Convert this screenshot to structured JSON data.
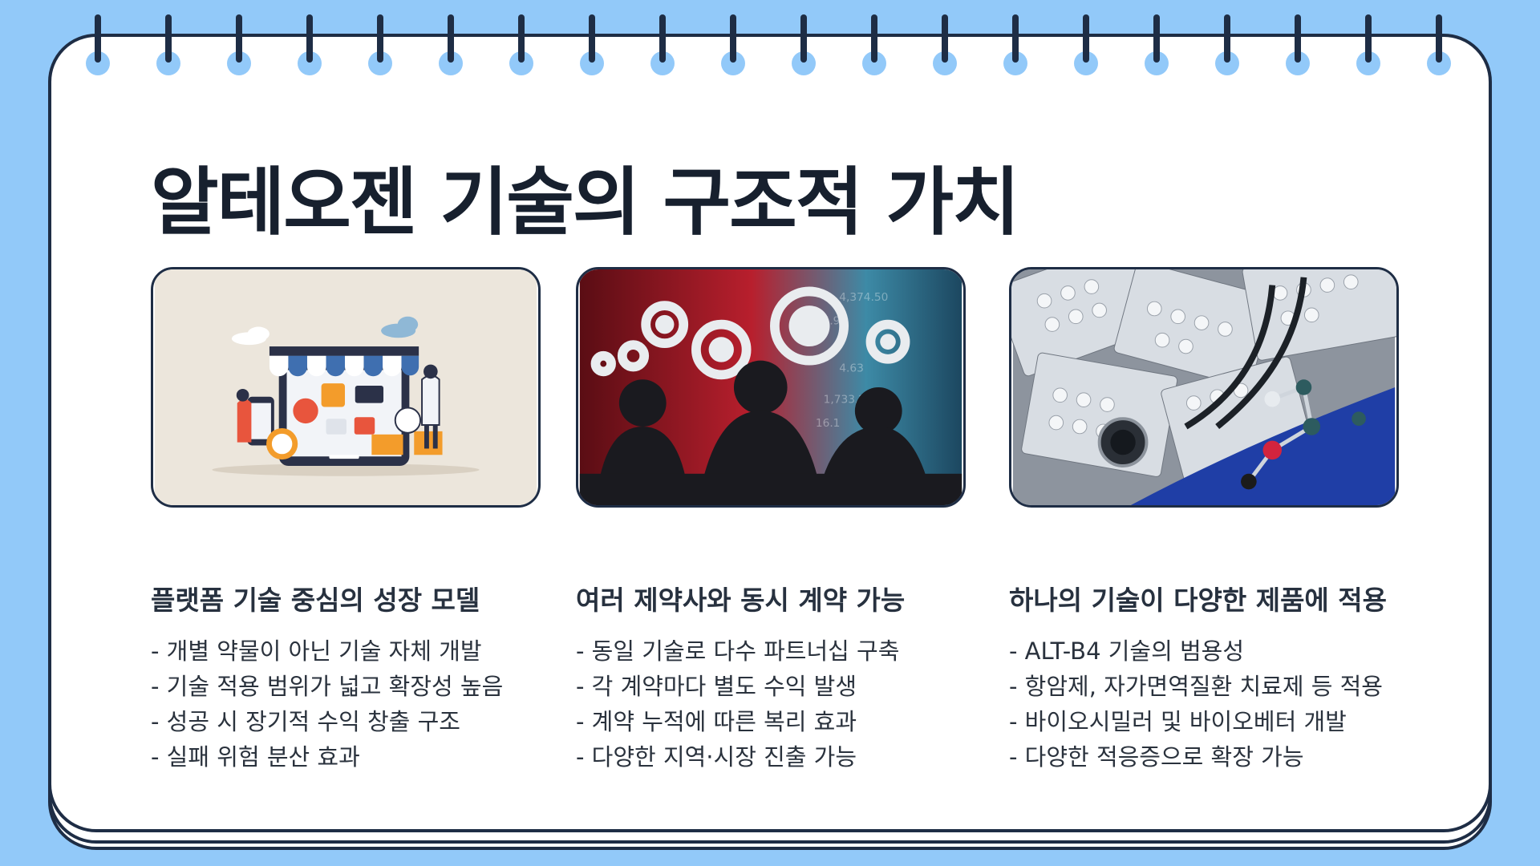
{
  "slide": {
    "title": "알테오젠 기술의 구조적 가치"
  },
  "images": [
    {
      "name": "online-store-illustration",
      "desc_icon": "storefront-icon"
    },
    {
      "name": "gears-business-people",
      "desc_icon": "gears-icon"
    },
    {
      "name": "pills-stethoscope-molecule",
      "desc_icon": "pills-icon"
    }
  ],
  "columns": [
    {
      "heading": "플랫폼 기술 중심의 성장 모델",
      "bullets": [
        "- 개별 약물이 아닌 기술 자체 개발",
        "- 기술 적용 범위가 넓고 확장성 높음",
        "- 성공 시 장기적 수익 창출 구조",
        "- 실패 위험 분산 효과"
      ]
    },
    {
      "heading": "여러 제약사와 동시 계약 가능",
      "bullets": [
        "- 동일 기술로 다수 파트너십 구축",
        "- 각 계약마다 별도 수익 발생",
        "- 계약 누적에 따른 복리 효과",
        "- 다양한 지역·시장 진출 가능"
      ]
    },
    {
      "heading": "하나의 기술이 다양한 제품에 적용",
      "bullets": [
        "- ALT-B4 기술의 범용성",
        "- 항암제, 자가면역질환 치료제 등 적용",
        "- 바이오시밀러 및 바이오베터 개발",
        "- 다양한 적응증으로 확장 가능"
      ]
    }
  ],
  "colors": {
    "background": "#92c9f9",
    "paper": "#ffffff",
    "outline": "#1e2d45",
    "title": "#17202e"
  }
}
